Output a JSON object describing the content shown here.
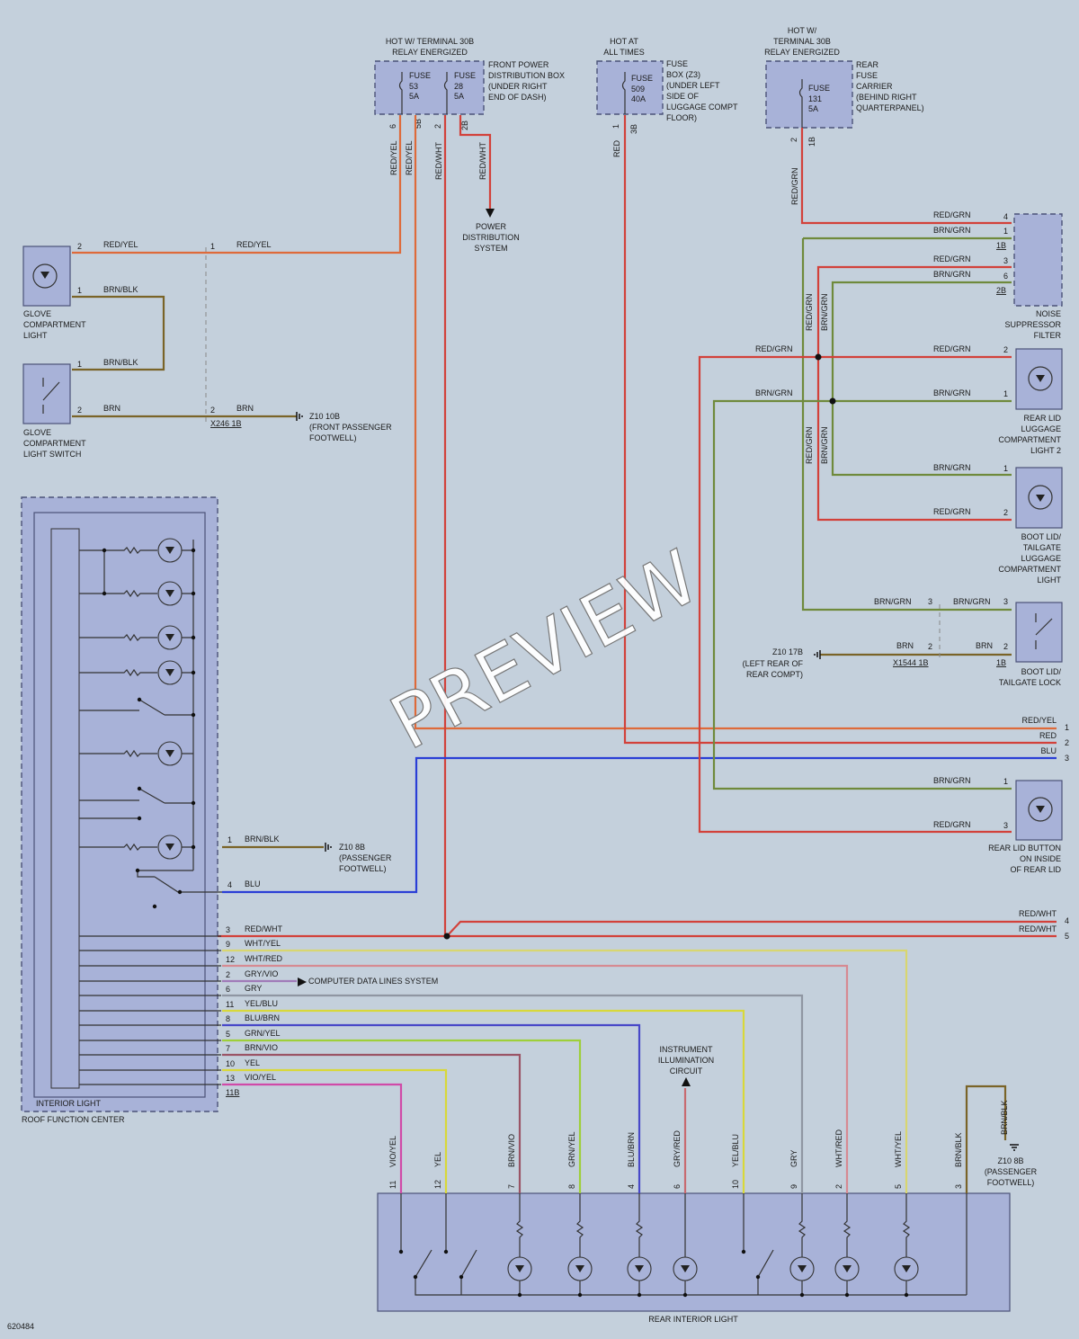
{
  "fuses": {
    "front_header": [
      "HOT W/ TERMINAL 30B",
      "RELAY ENERGIZED"
    ],
    "f53": [
      "FUSE",
      "53",
      "5A"
    ],
    "f28": [
      "FUSE",
      "28",
      "5A"
    ],
    "front_box": [
      "FRONT POWER",
      "DISTRIBUTION BOX",
      "(UNDER RIGHT",
      "END OF DASH)"
    ],
    "hot_at_all": [
      "HOT AT",
      "ALL TIMES"
    ],
    "f509": [
      "FUSE",
      "509",
      "40A"
    ],
    "fuse_box_z3": [
      "FUSE",
      "BOX (Z3)",
      "(UNDER LEFT",
      "SIDE OF",
      "LUGGAGE COMPT",
      "FLOOR)"
    ],
    "rear_header": [
      "HOT W/",
      "TERMINAL 30B",
      "RELAY ENERGIZED"
    ],
    "f131": [
      "FUSE",
      "131",
      "5A"
    ],
    "rear_carrier": [
      "REAR",
      "FUSE",
      "CARRIER",
      "(BEHIND RIGHT",
      "QUARTERPANEL)"
    ],
    "pins_front": [
      "6",
      "5B",
      "2",
      "2B"
    ],
    "pins_509": [
      "1",
      "3B"
    ],
    "pins_131": [
      "2",
      "1B"
    ]
  },
  "power_distribution": [
    "POWER",
    "DISTRIBUTION",
    "SYSTEM"
  ],
  "glove": {
    "light": [
      "GLOVE",
      "COMPARTMENT",
      "LIGHT"
    ],
    "switch": [
      "GLOVE",
      "COMPARTMENT",
      "LIGHT SWITCH"
    ],
    "ground": [
      "Z10 10B",
      "(FRONT PASSENGER",
      "FOOTWELL)"
    ],
    "connector": "X246 1B"
  },
  "noise_filter": [
    "NOISE",
    "SUPPRESSOR",
    "FILTER"
  ],
  "rear_lid_luggage_light_2": [
    "REAR LID",
    "LUGGAGE",
    "COMPARTMENT",
    "LIGHT 2"
  ],
  "boot_lid_light": [
    "BOOT LID/",
    "TAILGATE",
    "LUGGAGE",
    "COMPARTMENT",
    "LIGHT"
  ],
  "boot_lid_lock": [
    "BOOT LID/",
    "TAILGATE LOCK"
  ],
  "ground_17b": [
    "Z10 17B",
    "(LEFT REAR OF",
    "REAR COMPT)"
  ],
  "connector_1544": "X1544 1B",
  "rear_lid_button": [
    "REAR LID BUTTON",
    "ON INSIDE",
    "OF REAR LID"
  ],
  "roof": {
    "interior_light": "INTERIOR LIGHT",
    "center": "ROOF FUNCTION CENTER",
    "ground": [
      "Z10 8B",
      "(PASSENGER",
      "FOOTWELL)"
    ],
    "computer": "COMPUTER DATA LINES SYSTEM",
    "connector": "11B"
  },
  "instrument": [
    "INSTRUMENT",
    "ILLUMINATION",
    "CIRCUIT"
  ],
  "rear_interior_light": "REAR INTERIOR LIGHT",
  "rear_ground": [
    "Z10 8B",
    "(PASSENGER",
    "FOOTWELL)"
  ],
  "image_id": "620484",
  "watermark": "PREVIEW",
  "wire_labels": {
    "red_yel": "RED/YEL",
    "brn_blk": "BRN/BLK",
    "brn": "BRN",
    "red_wht": "RED/WHT",
    "red": "RED",
    "red_grn": "RED/GRN",
    "brn_grn": "BRN/GRN",
    "blu": "BLU"
  },
  "right_edge": [
    {
      "label": "RED/YEL",
      "pin": "1"
    },
    {
      "label": "RED",
      "pin": "2"
    },
    {
      "label": "BLU",
      "pin": "3"
    },
    {
      "label": "RED/WHT",
      "pin": "4"
    },
    {
      "label": "RED/WHT",
      "pin": "5"
    }
  ],
  "roof_pins": [
    {
      "pin": "1",
      "label": "BRN/BLK"
    },
    {
      "pin": "4",
      "label": "BLU"
    },
    {
      "pin": "3",
      "label": "RED/WHT"
    },
    {
      "pin": "9",
      "label": "WHT/YEL"
    },
    {
      "pin": "12",
      "label": "WHT/RED"
    },
    {
      "pin": "2",
      "label": "GRY/VIO"
    },
    {
      "pin": "6",
      "label": "GRY"
    },
    {
      "pin": "11",
      "label": "YEL/BLU"
    },
    {
      "pin": "8",
      "label": "BLU/BRN"
    },
    {
      "pin": "5",
      "label": "GRN/YEL"
    },
    {
      "pin": "7",
      "label": "BRN/VIO"
    },
    {
      "pin": "10",
      "label": "YEL"
    },
    {
      "pin": "13",
      "label": "VIO/YEL"
    }
  ],
  "rear_pins": [
    {
      "pin": "11",
      "label": "VIO/YEL"
    },
    {
      "pin": "12",
      "label": "YEL"
    },
    {
      "pin": "7",
      "label": "BRN/VIO"
    },
    {
      "pin": "8",
      "label": "GRN/YEL"
    },
    {
      "pin": "4",
      "label": "BLU/BRN"
    },
    {
      "pin": "6",
      "label": "GRY/RED"
    },
    {
      "pin": "10",
      "label": "YEL/BLU"
    },
    {
      "pin": "9",
      "label": "GRY"
    },
    {
      "pin": "2",
      "label": "WHT/RED"
    },
    {
      "pin": "5",
      "label": "WHT/YEL"
    },
    {
      "pin": "3",
      "label": "BRN/BLK"
    }
  ],
  "colors": {
    "red": "#d2413a",
    "red_yel": "#de6a3a",
    "brn": "#7a6428",
    "brn_grn": "#6f8a3c",
    "blu": "#2a3ed6",
    "vio_yel": "#d04aa8",
    "yel": "#d8d83a",
    "grn_yel": "#9ecf3a",
    "gry": "#8f96a2",
    "wht_red": "#d68a92",
    "wht_yel": "#d8d670",
    "gry_vio": "#a07ab8",
    "gry_red": "#c86a70",
    "brn_vio": "#9a5466",
    "blu_brn": "#4848c8"
  }
}
